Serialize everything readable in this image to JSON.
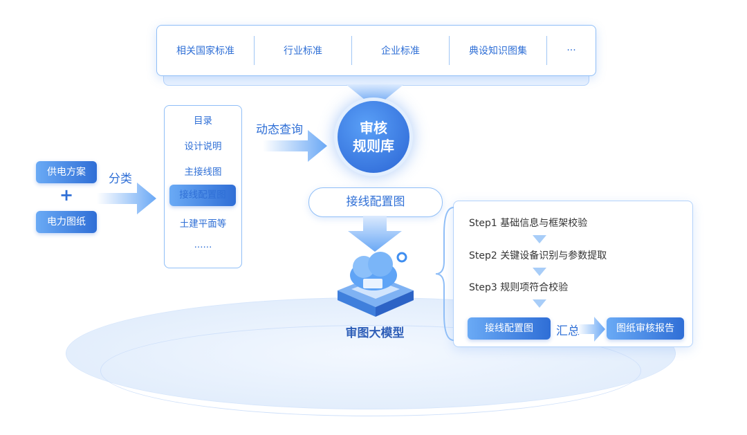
{
  "standards": [
    "相关国家标准",
    "行业标准",
    "企业标准",
    "典设知识图集",
    "···"
  ],
  "inputs": {
    "power_plan": "供电方案",
    "plus": "+",
    "drawings": "电力图纸"
  },
  "classify_label": "分类",
  "categories": [
    "目录",
    "设计说明",
    "主接线图",
    "接线配置图",
    "土建平面等",
    "······"
  ],
  "query_label": "动态查询",
  "rule_library": {
    "line1": "审核",
    "line2": "规则库"
  },
  "selected_drawing": "接线配置图",
  "model_label": "审图大模型",
  "steps": [
    "Step1  基础信息与框架校验",
    "Step2  关键设备识别与参数提取",
    "Step3  规则项符合校验"
  ],
  "result": {
    "input": "接线配置图",
    "summary": "汇总",
    "output": "图纸审核报告"
  },
  "colors": {
    "primary": "#2f6fd6",
    "light": "#8fbef7"
  }
}
